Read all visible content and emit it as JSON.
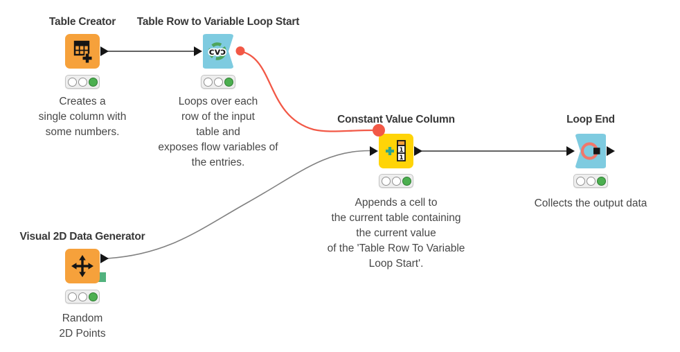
{
  "workflow": {
    "colors": {
      "orange": "#F6A13B",
      "cyan": "#7ECBE0",
      "yellow": "#FFD407",
      "red": "#F25846",
      "salmon": "#F0776B",
      "status_green": "#4CAF50",
      "teal_plus": "#2EA58C",
      "ring_green": "#49A14E",
      "square_green": "#52B27E",
      "wire_dark": "#2E2E2E",
      "wire_gray": "#808080",
      "icon_black": "#151515"
    },
    "nodes": [
      {
        "id": "table-creator",
        "title": "Table Creator",
        "description": "Creates a\nsingle column with\nsome numbers.",
        "status_lights": [
          "off",
          "off",
          "green"
        ]
      },
      {
        "id": "table-row-to-variable-loop-start",
        "title": "Table Row to Variable Loop Start",
        "description": "Loops over each\nrow of the input\ntable and\nexposes flow variables of\nthe entries.",
        "status_lights": [
          "off",
          "off",
          "green"
        ],
        "icon_glyph": "cvɔ"
      },
      {
        "id": "constant-value-column",
        "title": "Constant Value Column",
        "description": "Appends a cell to\nthe current table containing\nthe current value\nof the 'Table Row To Variable\nLoop Start'.",
        "status_lights": [
          "off",
          "off",
          "green"
        ],
        "icon_cells": [
          "1",
          "1"
        ]
      },
      {
        "id": "loop-end",
        "title": "Loop End",
        "description": "Collects the output data",
        "status_lights": [
          "off",
          "off",
          "green"
        ]
      },
      {
        "id": "visual-2d-data-generator",
        "title": "Visual 2D Data Generator",
        "description": "Random\n2D Points",
        "status_lights": [
          "off",
          "off",
          "green"
        ]
      }
    ],
    "connections": [
      {
        "from": "table-creator",
        "to": "table-row-to-variable-loop-start",
        "type": "data"
      },
      {
        "from": "table-row-to-variable-loop-start",
        "to": "constant-value-column",
        "type": "flow-variable"
      },
      {
        "from": "visual-2d-data-generator",
        "to": "constant-value-column",
        "type": "data"
      },
      {
        "from": "constant-value-column",
        "to": "loop-end",
        "type": "data"
      }
    ]
  }
}
